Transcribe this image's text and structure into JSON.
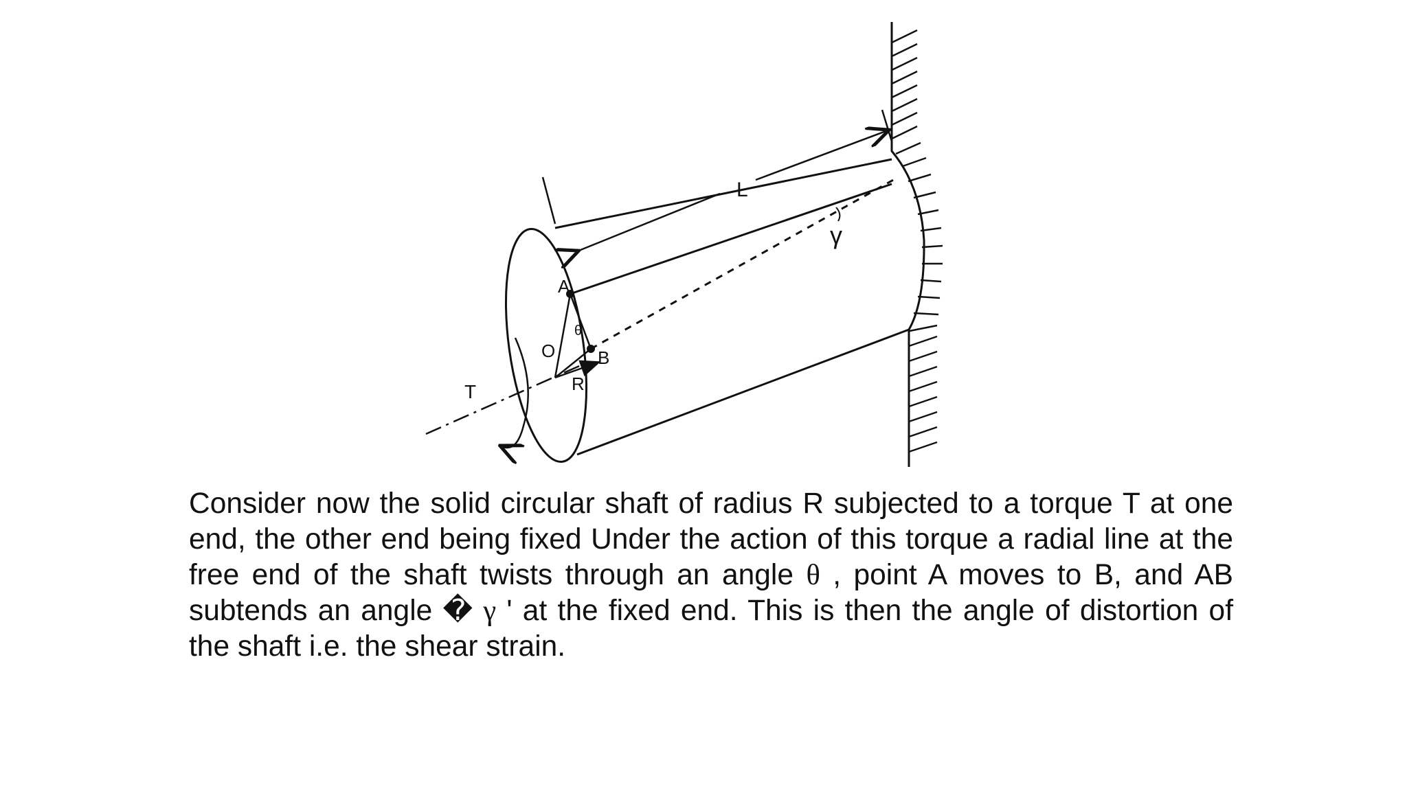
{
  "diagram": {
    "labels": {
      "length": "L",
      "gamma": "γ",
      "point_a": "A",
      "point_b": "B",
      "center": "O",
      "radius": "R",
      "theta": "θ",
      "torque": "T"
    }
  },
  "description": {
    "part1": "Consider now the solid circular shaft of radius R subjected to a torque T at one end, the other end being fixed Under the action of this torque a radial line at the free end of the shaft twists through an angle ",
    "theta_symbol": "θ",
    "part2": " , point A moves to B, and AB subtends an angle ",
    "replacement_char": "�",
    "gamma_symbol": "γ",
    "part3": " ' at the fixed end. This is then the angle of distortion of the shaft i.e. the shear strain."
  }
}
